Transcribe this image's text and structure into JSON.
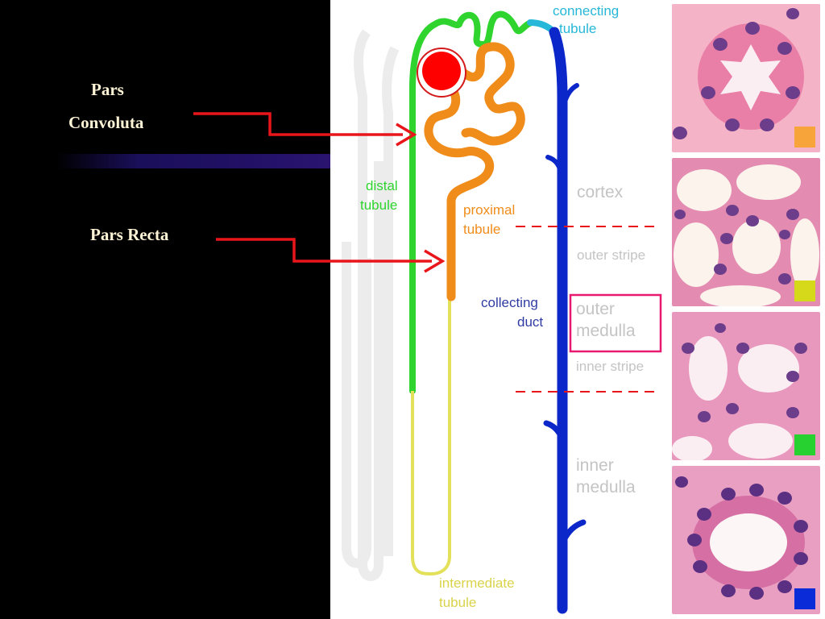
{
  "slide": {
    "left_labels": {
      "pars_convoluta_line1": "Pars",
      "pars_convoluta_line2": "Convoluta",
      "pars_recta": "Pars Recta"
    }
  },
  "diagram": {
    "labels": {
      "connecting_tubule_1": "connecting",
      "connecting_tubule_2": "tubule",
      "distal_tubule_1": "distal",
      "distal_tubule_2": "tubule",
      "proximal_tubule_1": "proximal",
      "proximal_tubule_2": "tubule",
      "collecting_duct_1": "collecting",
      "collecting_duct_2": "duct",
      "intermediate_tubule_1": "intermediate",
      "intermediate_tubule_2": "tubule"
    },
    "zones": {
      "cortex": "cortex",
      "outer_stripe": "outer stripe",
      "outer_medulla_1": "outer",
      "outer_medulla_2": "medulla",
      "inner_stripe": "inner stripe",
      "inner_medulla_1": "inner",
      "inner_medulla_2": "medulla"
    }
  },
  "histology": {
    "swatches": [
      "#f7a43a",
      "#d6d81a",
      "#27d230",
      "#0a2bd8"
    ]
  },
  "colors": {
    "arrow": "#e8151b",
    "distal": "#2fd42f",
    "proximal": "#f08c1a",
    "intermediate": "#e3e05a",
    "collecting": "#0b26c9",
    "connecting": "#27b7d8",
    "zone_text": "#c8c8c8",
    "label_blue": "#2f3ba3",
    "highlight_box": "#e8196e"
  }
}
